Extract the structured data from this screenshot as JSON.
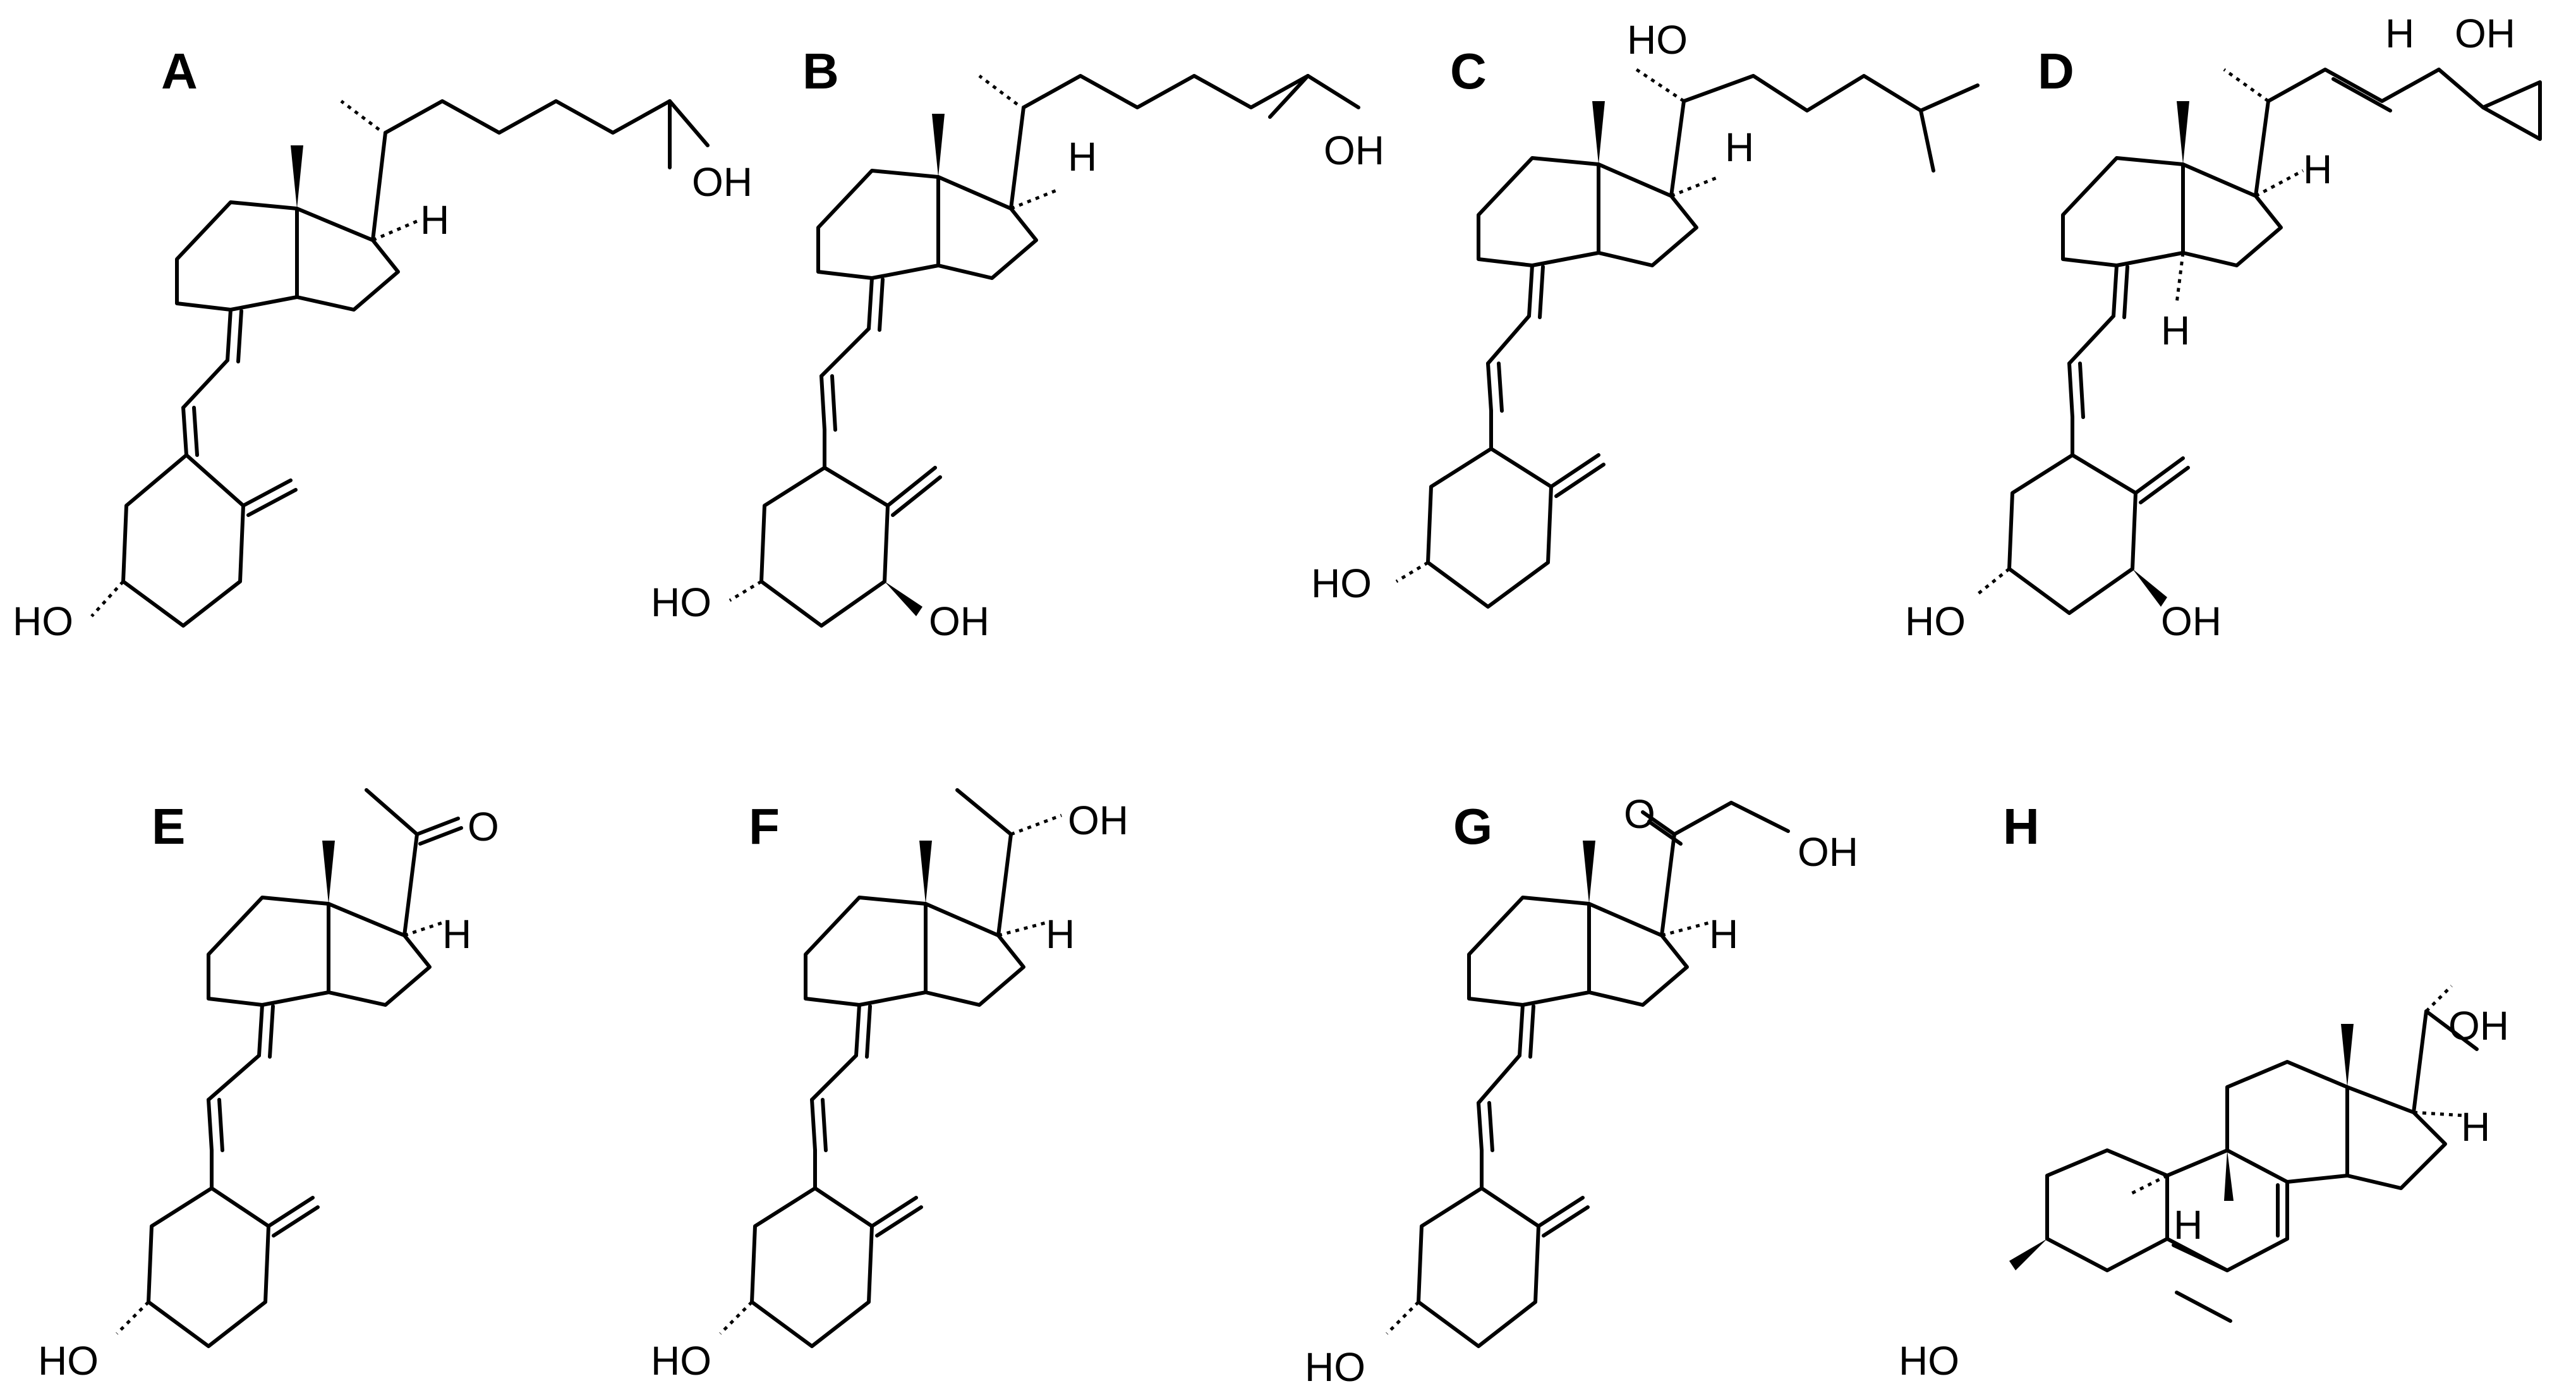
{
  "figure": {
    "panels": [
      {
        "id": "A",
        "letter": "A",
        "labels": {
          "oh_side": "OH",
          "ho_ring": "HO",
          "h_stereo": "H"
        }
      },
      {
        "id": "B",
        "letter": "B",
        "labels": {
          "oh_side": "OH",
          "ho_ring": "HO",
          "oh_ring": "OH",
          "h_stereo": "H"
        }
      },
      {
        "id": "C",
        "letter": "C",
        "labels": {
          "ho_side": "HO",
          "ho_ring": "HO",
          "h_stereo": "H"
        }
      },
      {
        "id": "D",
        "letter": "D",
        "labels": {
          "h_top": "H",
          "oh_top": "OH",
          "h_stereo": "H",
          "h_junction": "H",
          "ho_ring": "HO",
          "oh_ring": "OH"
        }
      },
      {
        "id": "E",
        "letter": "E",
        "labels": {
          "o_ketone": "O",
          "h_stereo": "H",
          "ho_ring": "HO"
        }
      },
      {
        "id": "F",
        "letter": "F",
        "labels": {
          "oh_side": "OH",
          "h_stereo": "H",
          "ho_ring": "HO"
        }
      },
      {
        "id": "G",
        "letter": "G",
        "labels": {
          "o_ketone": "O",
          "oh_side": "OH",
          "h_stereo": "H",
          "ho_ring": "HO"
        }
      },
      {
        "id": "H",
        "letter": "H",
        "labels": {
          "oh_side": "OH",
          "h_stereo": "H",
          "h_junction": "H",
          "ho_ring": "HO"
        }
      }
    ]
  }
}
